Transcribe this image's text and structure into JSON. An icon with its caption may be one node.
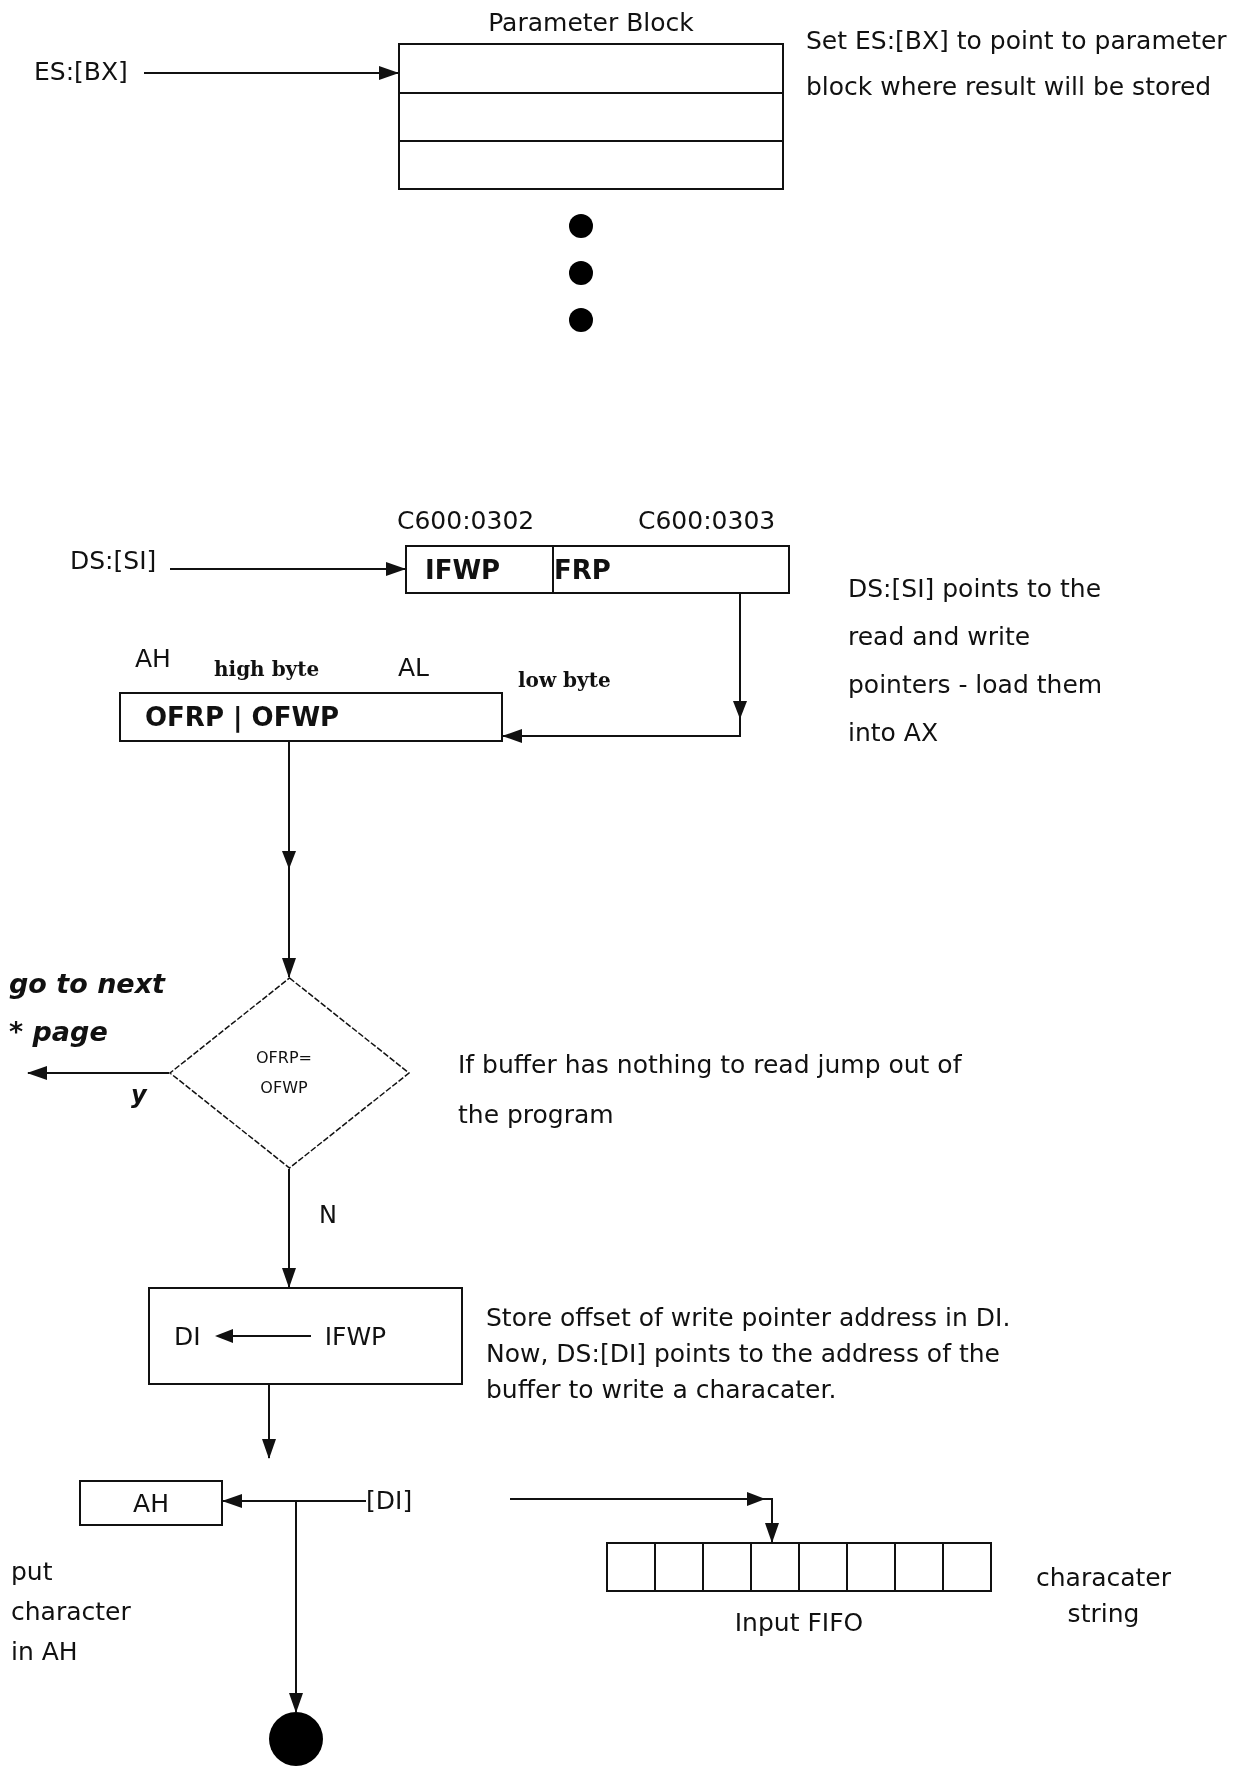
{
  "diagram": {
    "nodes": [
      {
        "text": [
          "ES:[BX]"
        ]
      },
      {
        "text": [
          "Parameter Block"
        ]
      },
      {
        "text": [
          "DS:[SI]"
        ]
      },
      {
        "text": [
          "IFWP",
          "FRP"
        ],
        "beside": [
          "C600:0302",
          "C600:0303"
        ]
      },
      {
        "text": [
          "OFRP | OFWP"
        ],
        "beside": [
          "AH",
          "high byte",
          "AL",
          "low byte"
        ]
      },
      {
        "text": [
          "OFRP= OFWP"
        ]
      },
      {
        "text": [
          "DI",
          "IFWP"
        ]
      },
      {
        "text": [
          "AH"
        ],
        "beside": [
          "put character in AH"
        ]
      },
      {
        "text": [
          "[DI]"
        ]
      },
      {
        "text": [],
        "shape": "circle"
      },
      {
        "text": [
          "Input FIFO"
        ],
        "beside": [
          "characater string"
        ]
      },
      {
        "text": [
          "go to next * page"
        ]
      }
    ],
    "edges": [
      {
        "from": 0,
        "to": 1,
        "arrow": "to"
      },
      {
        "from": 2,
        "to": 3,
        "arrow": "to"
      },
      {
        "from": 3,
        "to": 4,
        "arrow": "to"
      },
      {
        "from": 4,
        "to": 5,
        "arrow": "to"
      },
      {
        "from": 5,
        "to": 11,
        "arrow": "to",
        "label": "y"
      },
      {
        "from": 5,
        "to": 6,
        "arrow": "to",
        "label": "N"
      },
      {
        "from": 6,
        "to": null,
        "arrow": "to"
      },
      {
        "from": 8,
        "to": 7,
        "arrow": "to"
      },
      {
        "from": 8,
        "to": 9,
        "arrow": "to"
      },
      {
        "from": null,
        "to": 10,
        "arrow": "to"
      }
    ],
    "labels": [
      "Set ES:[BX] to point to parameter block where result will be stored",
      "DS:[SI] points to the read and write pointers - load them into AX",
      "If buffer has nothing to read jump out of the program",
      "Store offset of write pointer address in DI. Now, DS:[DI] points to the address of the buffer to write a characater."
    ]
  }
}
